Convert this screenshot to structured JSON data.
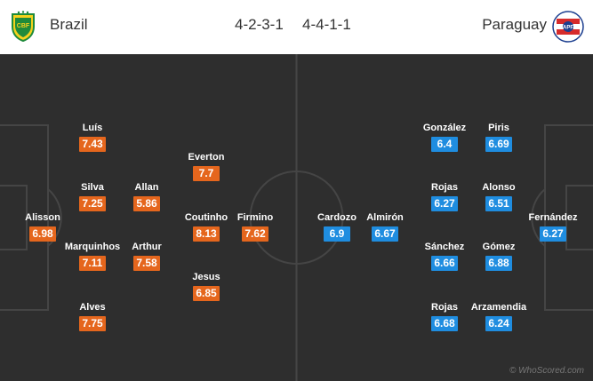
{
  "home": {
    "name": "Brazil",
    "formation": "4-2-3-1",
    "crest_icon": "brazil-cbf-crest-icon",
    "color": "#e5661d",
    "players": [
      {
        "name": "Alisson",
        "rating": "6.98"
      },
      {
        "name": "Luís",
        "rating": "7.43"
      },
      {
        "name": "Silva",
        "rating": "7.25"
      },
      {
        "name": "Marquinhos",
        "rating": "7.11"
      },
      {
        "name": "Alves",
        "rating": "7.75"
      },
      {
        "name": "Allan",
        "rating": "5.86"
      },
      {
        "name": "Arthur",
        "rating": "7.58"
      },
      {
        "name": "Everton",
        "rating": "7.7"
      },
      {
        "name": "Coutinho",
        "rating": "8.13"
      },
      {
        "name": "Jesus",
        "rating": "6.85"
      },
      {
        "name": "Firmino",
        "rating": "7.62"
      }
    ]
  },
  "away": {
    "name": "Paraguay",
    "formation": "4-4-1-1",
    "crest_icon": "paraguay-apf-crest-icon",
    "color": "#1f8de0",
    "players": [
      {
        "name": "Cardozo",
        "rating": "6.9"
      },
      {
        "name": "Almirón",
        "rating": "6.67"
      },
      {
        "name": "González",
        "rating": "6.4"
      },
      {
        "name": "Rojas",
        "rating": "6.27"
      },
      {
        "name": "Sánchez",
        "rating": "6.66"
      },
      {
        "name": "Rojas",
        "rating": "6.68"
      },
      {
        "name": "Piris",
        "rating": "6.69"
      },
      {
        "name": "Alonso",
        "rating": "6.51"
      },
      {
        "name": "Gómez",
        "rating": "6.88"
      },
      {
        "name": "Arzamendia",
        "rating": "6.24"
      },
      {
        "name": "Fernández",
        "rating": "6.27"
      }
    ]
  },
  "watermark": "© WhoScored.com"
}
